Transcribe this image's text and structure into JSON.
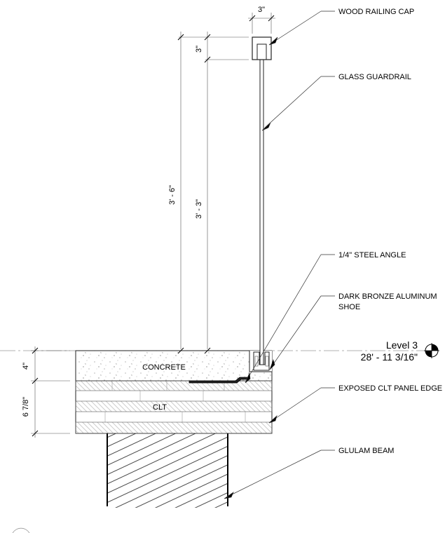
{
  "callouts": {
    "wood_railing_cap": "WOOD RAILING CAP",
    "glass_guardrail": "GLASS GUARDRAIL",
    "steel_angle": "1/4\" STEEL ANGLE",
    "aluminum_shoe_line1": "DARK BRONZE ALUMINUM",
    "aluminum_shoe_line2": "SHOE",
    "clt_panel_edge": "EXPOSED CLT PANEL EDGE",
    "glulam_beam": "GLULAM BEAM"
  },
  "materials": {
    "concrete": "CONCRETE",
    "clt": "CLT"
  },
  "dimensions": {
    "cap_width": "3\"",
    "cap_height": "3\"",
    "rail_height_total": "3' - 6\"",
    "rail_height_glass": "3' - 3\"",
    "concrete_thickness": "4\"",
    "clt_thickness": "6 7/8\""
  },
  "level": {
    "name": "Level 3",
    "elevation": "28' - 11 3/16\""
  }
}
